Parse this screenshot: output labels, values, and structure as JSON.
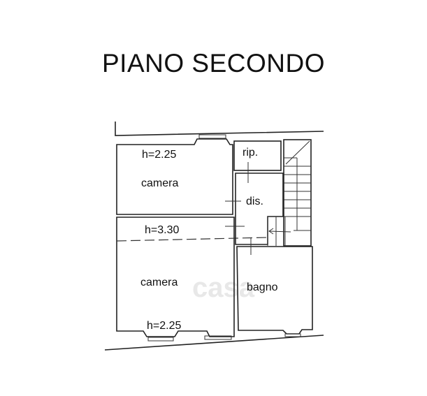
{
  "title": "PIANO SECONDO",
  "rooms": {
    "camera_top": {
      "name": "camera",
      "height": "h=2.25"
    },
    "ripostiglio": {
      "name": "rip."
    },
    "disimpegno": {
      "name": "dis."
    },
    "camera_bottom": {
      "name": "camera",
      "height_top": "h=3.30",
      "height_bottom": "h=2.25"
    },
    "bagno": {
      "name": "bagno"
    }
  },
  "watermark": "casa"
}
